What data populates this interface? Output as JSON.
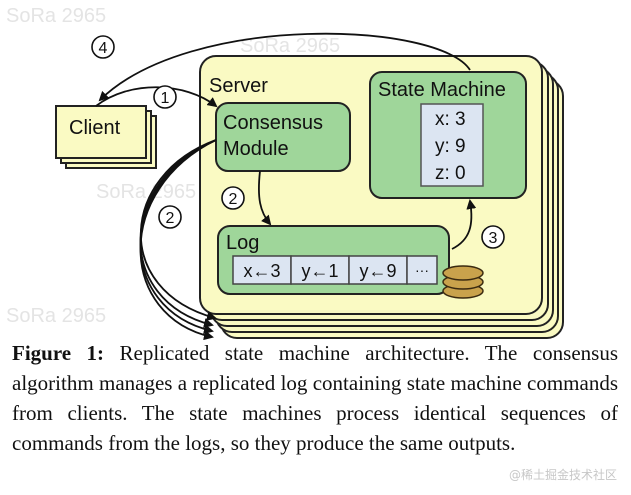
{
  "diagram": {
    "client_label": "Client",
    "server_label": "Server",
    "consensus_label_line1": "Consensus",
    "consensus_label_line2": "Module",
    "state_machine_label": "State Machine",
    "state_values": [
      "x: 3",
      "y: 9",
      "z: 0"
    ],
    "log_label": "Log",
    "log_entries": [
      "x←3",
      "y←1",
      "y←9",
      "···"
    ],
    "step_markers": [
      "4",
      "1",
      "2",
      "2",
      "3"
    ],
    "background_watermark": "SoRa 2965",
    "colors": {
      "server_fill": "#fafac3",
      "module_fill": "#9fd69a",
      "box_fill": "#dce5f2",
      "disk_fill": "#c9a24c",
      "client_fill": "#fafac3"
    }
  },
  "caption": {
    "label": "Figure 1:",
    "text": " Replicated state machine architecture. The consensus algorithm manages a replicated log containing state machine commands from clients. The state machines process identical sequences of commands from the logs, so they produce the same outputs."
  },
  "watermark": "@稀土掘金技术社区"
}
